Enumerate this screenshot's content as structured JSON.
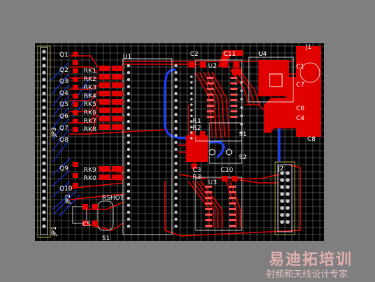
{
  "colors": {
    "workspace": "#7f7f7f",
    "board": "#000000",
    "grid": "#8a8a8a",
    "top_copper": "#e00000",
    "bottom_copper": "#1a3cff",
    "silkscreen": "#ffffff",
    "pad": "#c8c8c8",
    "keepout": "#d8c850"
  },
  "components": {
    "Q1": "Q1",
    "Q2": "Q2",
    "Q3": "Q3",
    "Q4": "Q4",
    "Q5": "Q5",
    "Q6": "Q6",
    "Q7": "Q7",
    "Q8": "Q8",
    "Q9": "Q9",
    "Q10": "Q10",
    "RK1": "RK1",
    "RK2": "RK2",
    "RK3": "RK3",
    "RK4": "RK4",
    "RK5": "RK5",
    "RK6": "RK6",
    "RK7": "RK7",
    "RK8": "RK8",
    "RK9": "RK9",
    "RK0": "RK0",
    "U1": "U1",
    "U2": "U2",
    "U3": "U3",
    "U4": "U4",
    "C1": "C1",
    "C2": "C2",
    "C3": "C3",
    "C4": "C4",
    "C5": "C5",
    "C6": "C6",
    "C7": "C7",
    "C8": "C8",
    "C10": "C10",
    "C11": "C11",
    "R1": "R1",
    "R2": "R2",
    "R3": "R3",
    "S1": "S1",
    "S2": "S2",
    "J1": "J1",
    "J2": "J2",
    "JP1": "JP1",
    "JP2": "JP2",
    "JP3": "JP3",
    "RSHOT": "RSHOT"
  },
  "watermark": {
    "title": "易迪拓培训",
    "subtitle": "射频和天线设计专家"
  }
}
